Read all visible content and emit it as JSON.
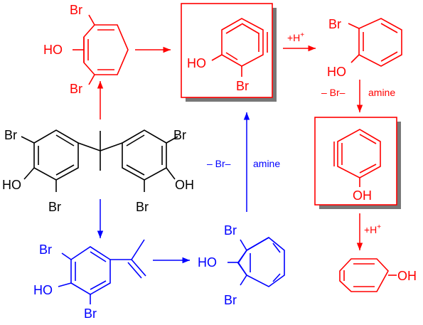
{
  "colors": {
    "red": "#ff0000",
    "blue": "#0000ff",
    "black": "#000000",
    "shadow": "#777777"
  },
  "molecules": {
    "bpa": {
      "br1": "Br",
      "oh1": "HO",
      "br2": "Br",
      "br3": "Br",
      "oh2": "OH",
      "br4": "Br"
    },
    "dibromophenol_red": {
      "br_top": "Br",
      "oh": "HO",
      "br_bottom": "Br"
    },
    "aryne_boxed_1": {
      "oh": "HO",
      "br": "Br"
    },
    "bromophenol": {
      "br": "Br",
      "oh": "HO"
    },
    "aryne_boxed_2": {
      "oh": "OH"
    },
    "phenol": {
      "oh": "OH"
    },
    "isopropenyl_blue": {
      "br_top": "Br",
      "oh": "HO",
      "br_bottom": "Br"
    },
    "dibromophenol_blue": {
      "br_top": "Br",
      "oh": "HO",
      "br_bottom": "Br"
    }
  },
  "reagents": {
    "h_plus_1": {
      "text": "+H",
      "sup": "+"
    },
    "minus_br_1": "– Br–",
    "amine_1": "amine",
    "minus_br_2": "– Br–",
    "amine_2": "amine",
    "h_plus_2": {
      "text": "+H",
      "sup": "+"
    }
  }
}
